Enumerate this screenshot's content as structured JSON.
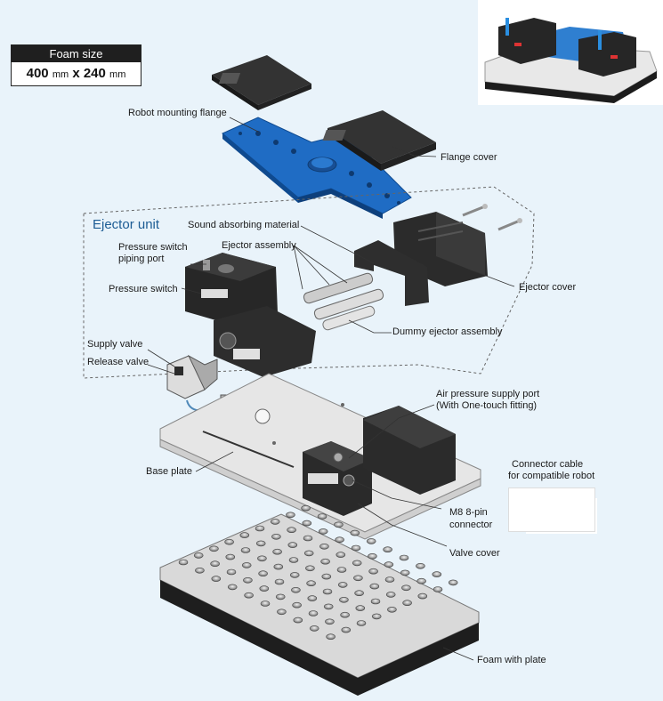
{
  "foam_size": {
    "header": "Foam size",
    "width": "400",
    "height": "240",
    "unit": "mm",
    "separator": "x"
  },
  "ejector_unit_title": "Ejector unit",
  "labels": {
    "robot_mounting_flange": "Robot mounting flange",
    "flange_cover": "Flange cover",
    "sound_absorbing_material": "Sound absorbing material",
    "ejector_assembly": "Ejector assembly",
    "pressure_switch_piping_port_line1": "Pressure switch",
    "pressure_switch_piping_port_line2": "piping port",
    "pressure_switch": "Pressure switch",
    "ejector_cover": "Ejector cover",
    "dummy_ejector_assembly": "Dummy ejector assembly",
    "supply_valve": "Supply valve",
    "release_valve": "Release valve",
    "air_pressure_supply_port_line1": "Air pressure supply port",
    "air_pressure_supply_port_line2": "(With One-touch fitting)",
    "base_plate": "Base plate",
    "connector_cable_line1": "Connector cable",
    "connector_cable_line2": "for compatible robot",
    "m8_connector_line1": "M8 8-pin",
    "m8_connector_line2": "connector",
    "valve_cover": "Valve cover",
    "foam_with_plate": "Foam with plate"
  },
  "colors": {
    "background": "#e9f3fa",
    "flange": "#1f6cc4",
    "dark_part": "#2b2b2b",
    "plate": "#e8e8e8",
    "title_blue": "#1c5c94"
  }
}
